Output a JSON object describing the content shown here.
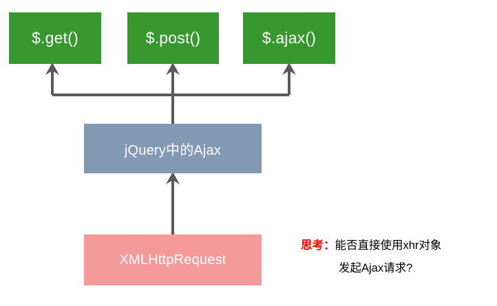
{
  "diagram": {
    "title": "jQuery Ajax hierarchy diagram",
    "colors": {
      "green": "#37982f",
      "blue_gray": "#8298b3",
      "pink": "#f59a9a",
      "connector": "#595959",
      "note_accent": "#ff0000",
      "background": "#ffffff"
    },
    "nodes": {
      "get": "$.get()",
      "post": "$.post()",
      "ajax": "$.ajax()",
      "jquery_ajax": "jQuery中的Ajax",
      "xhr": "XMLHttpRequest"
    },
    "connectors": [
      {
        "name": "jquery-to-get",
        "from": "jquery_ajax",
        "to": "get",
        "arrow": "up"
      },
      {
        "name": "jquery-to-post",
        "from": "jquery_ajax",
        "to": "post",
        "arrow": "up"
      },
      {
        "name": "jquery-to-ajax",
        "from": "jquery_ajax",
        "to": "ajax",
        "arrow": "up"
      },
      {
        "name": "xhr-to-jquery",
        "from": "xhr",
        "to": "jquery_ajax",
        "arrow": "up"
      }
    ],
    "note": {
      "label": "思考：",
      "line1": "能否直接使用xhr对象",
      "line2": "发起Ajax请求?"
    }
  }
}
